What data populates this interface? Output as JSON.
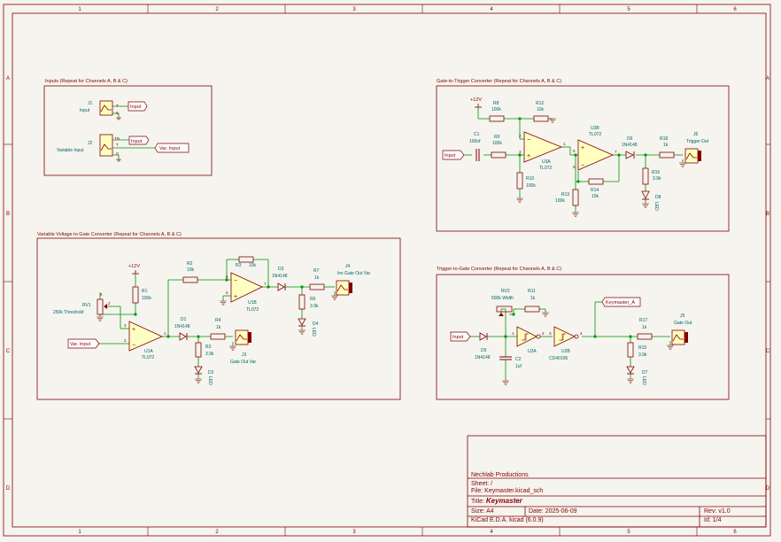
{
  "colors": {
    "border": "#840000",
    "wire": "#009600",
    "component": "#840000",
    "fill": "#ffffc2",
    "label": "#006464",
    "power": "#840000"
  },
  "frame": {
    "columns": [
      "1",
      "2",
      "3",
      "4",
      "5",
      "6"
    ],
    "rows": [
      "A",
      "B",
      "C",
      "D"
    ]
  },
  "blocks": {
    "inputs": {
      "title": "Inputs (Repeat for Channels A, B & C)"
    },
    "gate_trigger": {
      "title": "Gate-to-Trigger Converter (Repeat for Channels A, B & C)"
    },
    "vv_gate": {
      "title": "Variable Voltage to Gate Converter (Repeat for Channels A, B & C)"
    },
    "trigger_gate": {
      "title": "Trigger-to-Gate Converter (Repeat for Channels A, B & C)"
    }
  },
  "components": {
    "J1": {
      "ref": "J1",
      "value": "Input",
      "pins": [
        "T",
        "S"
      ]
    },
    "J2": {
      "ref": "J2",
      "value": "Variable Input",
      "pins": [
        "TN",
        "T",
        "S"
      ]
    },
    "R8": {
      "ref": "R8",
      "value": "100k"
    },
    "R12": {
      "ref": "R12",
      "value": "10k"
    },
    "C1": {
      "ref": "C1",
      "value": "100nf"
    },
    "R9": {
      "ref": "R9",
      "value": "100k"
    },
    "U3A": {
      "ref": "U3A",
      "value": "TL072"
    },
    "U3B": {
      "ref": "U3B",
      "value": "TL072"
    },
    "R10": {
      "ref": "R10",
      "value": "100k"
    },
    "R13": {
      "ref": "R13",
      "value": "100k"
    },
    "R14": {
      "ref": "R14",
      "value": "10k"
    },
    "D6": {
      "ref": "D6",
      "value": "1N4148"
    },
    "R18": {
      "ref": "R18",
      "value": "1k"
    },
    "J6": {
      "ref": "J6",
      "value": "Trigger Out"
    },
    "R16": {
      "ref": "R16",
      "value": "3.9k"
    },
    "D8": {
      "ref": "D8",
      "value": "LED"
    },
    "R1": {
      "ref": "R1",
      "value": "100k"
    },
    "RV1": {
      "ref": "RV1",
      "value": "250k Threshold"
    },
    "U1A": {
      "ref": "U1A",
      "value": "TL072"
    },
    "U1B": {
      "ref": "U1B",
      "value": "TL072"
    },
    "R2": {
      "ref": "R2",
      "value": "10k"
    },
    "R3": {
      "ref": "R3",
      "value": "10k"
    },
    "R3b": {
      "ref": "R3",
      "value": "3.9k"
    },
    "D1": {
      "ref": "D1",
      "value": "1N4148"
    },
    "R4": {
      "ref": "R4",
      "value": "1k"
    },
    "J3": {
      "ref": "J3",
      "value": "Gate Out Var"
    },
    "D2": {
      "ref": "D2",
      "value": "LED"
    },
    "D3": {
      "ref": "D3",
      "value": "1N4148"
    },
    "R7": {
      "ref": "R7",
      "value": "1k"
    },
    "J4": {
      "ref": "J4",
      "value": "Inv Gate Out Var"
    },
    "R6": {
      "ref": "R6",
      "value": "3.9k"
    },
    "D4": {
      "ref": "D4",
      "value": "LED"
    },
    "RV2": {
      "ref": "RV2",
      "value": "500k Width"
    },
    "R11": {
      "ref": "R11",
      "value": "1k"
    },
    "D5": {
      "ref": "D5",
      "value": "1N4148"
    },
    "C2": {
      "ref": "C2",
      "value": "1uf"
    },
    "U2A": {
      "ref": "U2A"
    },
    "U2B": {
      "ref": "U2B",
      "value": "CD40106"
    },
    "R17": {
      "ref": "R17",
      "value": "1k"
    },
    "J5": {
      "ref": "J5",
      "value": "Gate Out"
    },
    "R15": {
      "ref": "R15",
      "value": "3.9k"
    },
    "D7": {
      "ref": "D7",
      "value": "LED"
    }
  },
  "net_labels": {
    "input": "Input",
    "var_input": "Var. Input",
    "keymaster_a": "Keymaster_A"
  },
  "power": {
    "v12": "+12V"
  },
  "pins": {
    "p1": "1",
    "p2": "2",
    "p3": "3",
    "p5": "5",
    "p6": "6",
    "p7": "7",
    "p4": "4",
    "px": "x"
  },
  "title_block": {
    "company": "Nechlab Productions",
    "sheet": "Sheet: /",
    "file": "File: Keymaster.kicad_sch",
    "title_label": "Title:",
    "title": "Keymaster",
    "size_label": "Size:",
    "size": "A4",
    "date_label": "Date:",
    "date": "2025-06-09",
    "rev_label": "Rev:",
    "rev": "v1.0",
    "tool": "KiCad E.D.A.  kicad (6.0.9)",
    "id_label": "Id:",
    "id": "1/4"
  }
}
